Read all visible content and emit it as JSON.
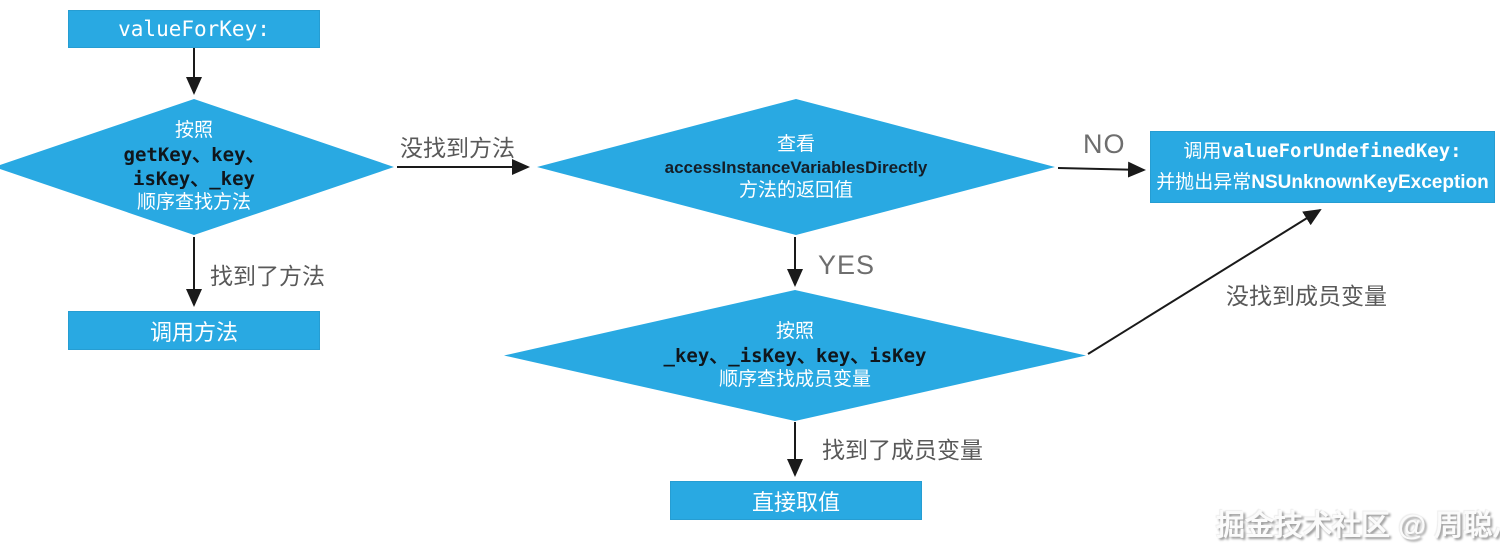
{
  "colors": {
    "accent": "#29A9E2",
    "arrow": "#1a1a1a",
    "edge_label": "#595959"
  },
  "nodes": {
    "start": {
      "label": "valueForKey:"
    },
    "diamond_find_method": {
      "line1": "按照",
      "line2": "getKey、key、",
      "line3": "isKey、_key",
      "line4": "顺序查找方法"
    },
    "box_call_method": {
      "label": "调用方法"
    },
    "diamond_access_ivar": {
      "line1": "查看",
      "line2": "accessInstanceVariablesDirectly",
      "line3": "方法的返回值"
    },
    "box_undefined_key": {
      "line1_prefix": "调用",
      "line1_code": "valueForUndefinedKey:",
      "line2_prefix": "并抛出异常",
      "line2_code": "NSUnknownKeyException"
    },
    "diamond_find_ivar": {
      "line1": "按照",
      "line2": "_key、_isKey、key、isKey",
      "line3": "顺序查找成员变量"
    },
    "box_direct_value": {
      "label": "直接取值"
    }
  },
  "edge_labels": {
    "no_method_found": "没找到方法",
    "method_found": "找到了方法",
    "no": "NO",
    "yes": "YES",
    "ivar_found": "找到了成员变量",
    "ivar_not_found": "没找到成员变量"
  },
  "watermark": "掘金技术社区 @ 周聪灬"
}
